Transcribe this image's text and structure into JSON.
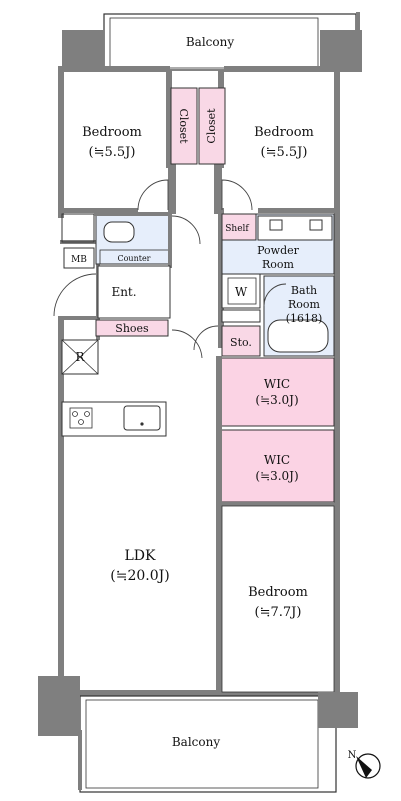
{
  "plan": {
    "balcony_top": "Balcony",
    "balcony_bottom": "Balcony",
    "bedroom_left": {
      "name": "Bedroom",
      "size": "(≒5.5J)"
    },
    "bedroom_right": {
      "name": "Bedroom",
      "size": "(≒5.5J)"
    },
    "bedroom_bottom": {
      "name": "Bedroom",
      "size": "(≒7.7J)"
    },
    "closet_left": "Closet",
    "closet_right": "Closet",
    "mb": "MB",
    "counter": "Counter",
    "entrance": "Ent.",
    "shoes": "Shoes",
    "shelf": "Shelf",
    "powder_room": {
      "line1": "Powder",
      "line2": "Room"
    },
    "washer": "W",
    "bath_room": {
      "line1": "Bath",
      "line2": "Room",
      "line3": "(1618)"
    },
    "storage": "Sto.",
    "wic_upper": {
      "name": "WIC",
      "size": "(≒3.0J)"
    },
    "wic_lower": {
      "name": "WIC",
      "size": "(≒3.0J)"
    },
    "refrigerator": "R",
    "ldk": {
      "name": "LDK",
      "size": "(≒20.0J)"
    },
    "north": "N"
  },
  "colors": {
    "closet": "#f9d8e6",
    "wic": "#fbd3e4",
    "wet": "#e6eefb",
    "wall": "#7f7f7f"
  }
}
